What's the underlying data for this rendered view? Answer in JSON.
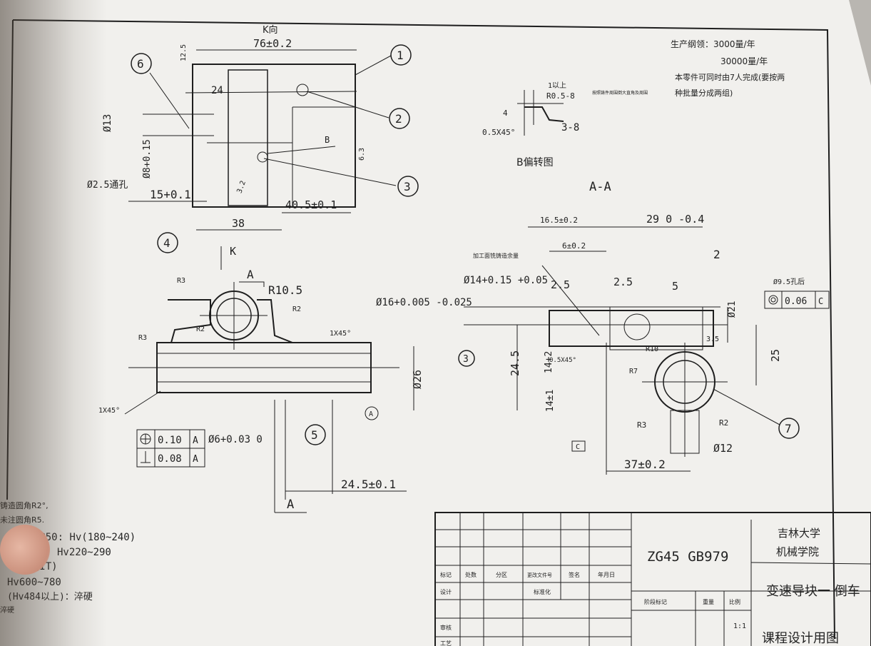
{
  "header": {
    "view_k_title": "K向",
    "section_title": "A-A",
    "detail_b_title": "B偏转图",
    "prod_line1": "生产纲领：3000量/年",
    "prod_line2": "30000量/年",
    "prod_line3": "本零件可同时由7人完成(要按两",
    "prod_line4": "种批量分成两组)"
  },
  "dims_top": {
    "d76": "76±0.2",
    "d24": "24",
    "d13": "Ø13",
    "d8": "Ø8+0.15",
    "d25": "Ø2.5通孔",
    "d15": "15+0.1",
    "d38": "38",
    "d405": "40.5±0.1",
    "lblB": "B",
    "r63": "6.3",
    "r125": "12.5",
    "r32": "3.2"
  },
  "dims_front": {
    "k": "K",
    "a": "A",
    "r105": "R10.5",
    "r3a": "R3",
    "r2a": "R2",
    "r3b": "R3",
    "r2b": "R2",
    "d16": "Ø16+0.005 -0.025",
    "c1": "1X45°",
    "d26": "Ø26",
    "c2": "1X45°",
    "tol1": "0.10",
    "tol1ref": "A",
    "tol2": "0.08",
    "tol2ref": "A",
    "d6": "Ø6+0.03 0",
    "d245": "24.5±0.1",
    "a2": "A",
    "datumA": "A"
  },
  "dims_detail": {
    "d1": "1以上",
    "r05": "R0.5-8",
    "note": "按照铸件周围倒大直角及周围",
    "d4": "4",
    "c": "0.5X45°",
    "d38": "3-8"
  },
  "dims_section": {
    "d165": "16.5±0.2",
    "d29": "29 0 -0.4",
    "d6": "6±0.2",
    "d2": "2",
    "d14": "Ø14+0.15 +0.05",
    "d25a": "2.5",
    "d25b": "2.5",
    "d5": "5",
    "d95": "Ø9.5孔后",
    "tol": "0.06",
    "tolref": "C",
    "d21": "Ø21",
    "d245": "24.5",
    "d14b": "14+2",
    "c": "0.5X45°",
    "r10": "R10",
    "r7": "R7",
    "d14c": "14±1",
    "r3": "R3",
    "r2": "R2",
    "d12": "Ø12",
    "d37": "37±0.2",
    "d25c": "25",
    "leader": "加工面铣铸造余量",
    "c3": "C",
    "r35": "3.5"
  },
  "balloons": [
    "1",
    "2",
    "3",
    "4",
    "5",
    "6",
    "7",
    "3"
  ],
  "notes": [
    "铸造圆角R2°,",
    "未注圆角R5.",
    "ZCMP50:  Hv(180~240)",
    "Hv220~290",
    "(HQIT)",
    "Hv600~780",
    "(Hv484以上)：淬硬",
    "淬硬"
  ],
  "titleblock": {
    "material": "ZG45  GB979",
    "school1": "吉林大学",
    "school2": "机械学院",
    "part": "变速导块一 倒车",
    "doc": "课程设计用图",
    "h1": "标记",
    "h2": "处数",
    "h3": "分区",
    "h4": "更改文件号",
    "h5": "签名",
    "h6": "年月日",
    "r1": "设计",
    "r2": "标准化",
    "r3": "审核",
    "r4": "工艺",
    "s1": "阶段标记",
    "s2": "重量",
    "s3": "比例",
    "scale": "1:1"
  },
  "colors": {
    "paper": "#f1f0ed",
    "ink": "#1e1e1e"
  }
}
